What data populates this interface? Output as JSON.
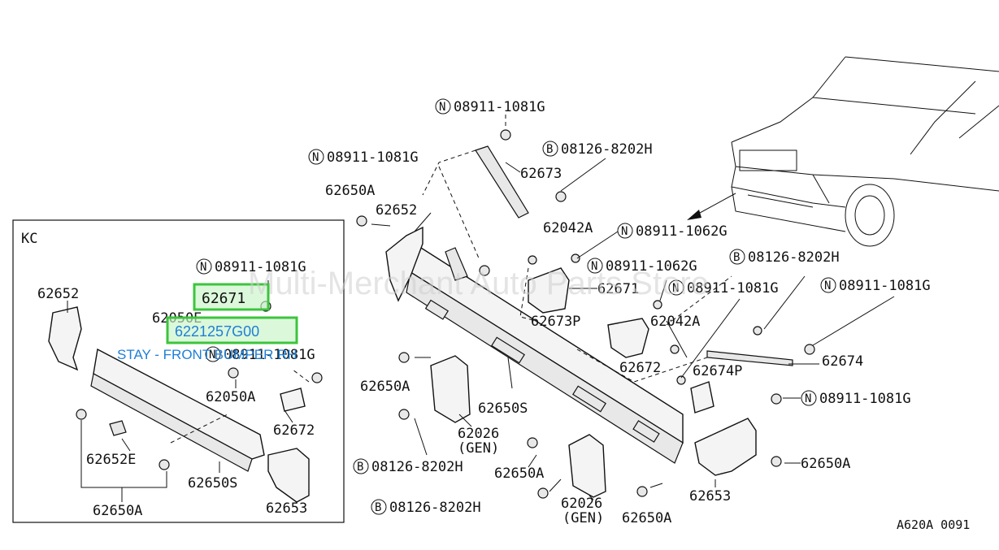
{
  "watermark": "Multi-Merchant Auto Parts Store",
  "diagram_code": "A620A 0091",
  "inset": {
    "label": "KC"
  },
  "highlights": [
    {
      "text": "62671",
      "highlighted": true
    },
    {
      "text": "6221257G00",
      "highlighted": true
    }
  ],
  "tooltip": "STAY - FRONT BUMPER RH",
  "callouts": {
    "c1": "08911-1081G",
    "c2": "08911-1081G",
    "c3": "08126-8202H",
    "c4": "62673",
    "c5": "62650A",
    "c6": "62652",
    "c7": "62042A",
    "c8": "08911-1062G",
    "c9": "08911-1062G",
    "c10": "08126-8202H",
    "c11": "62671",
    "c12": "08911-1081G",
    "c13": "08911-1081G",
    "c14": "62673P",
    "c15": "62042A",
    "c16": "62674",
    "c17": "62672",
    "c18": "62674P",
    "c19": "62650A",
    "c20": "62650S",
    "c21": "08911-1081G",
    "c22": "62026",
    "c23": "(GEN)",
    "c24": "62650A",
    "c25": "08126-8202H",
    "c26": "62650A",
    "c27": "62653",
    "c28": "62026",
    "c29": "(GEN)",
    "c30": "08126-8202H",
    "c31": "62650A",
    "k1": "08911-1081G",
    "k2": "62652",
    "k3": "62050E",
    "k4": "62050A",
    "k5": "62672",
    "k6": "62652E",
    "k7": "62650S",
    "k8": "62653",
    "k9": "62650A",
    "k10": "08911-1081G"
  },
  "circle_letters": {
    "n": "N",
    "b": "B"
  },
  "colors": {
    "highlight_border": "#3cc43c",
    "highlight_fill": "#c8f5c8",
    "highlight_text": "#1f7fd6"
  }
}
